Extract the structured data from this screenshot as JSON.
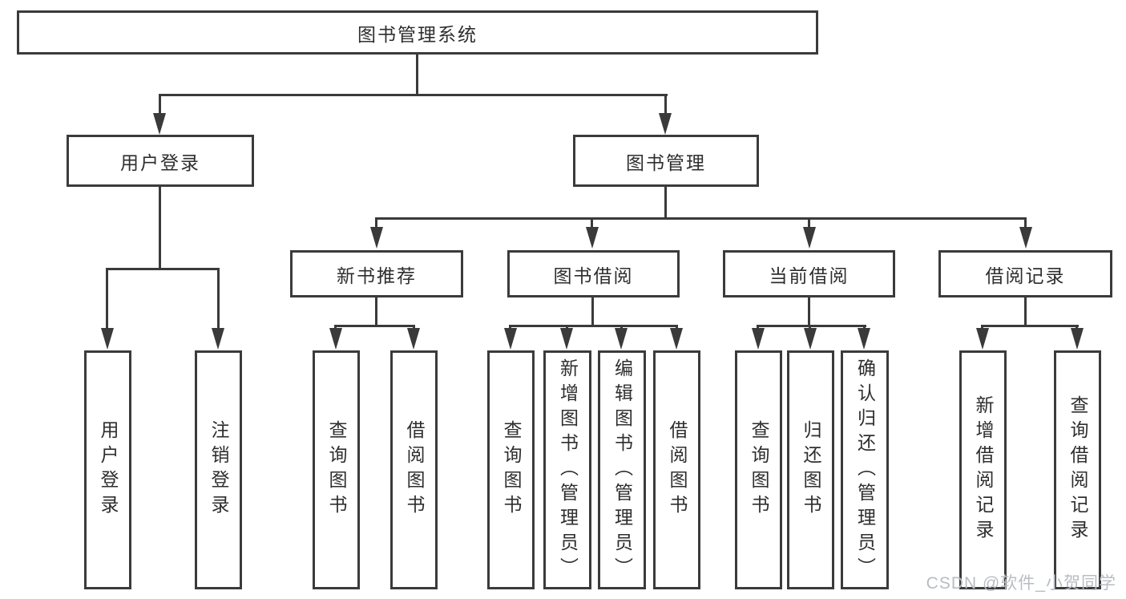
{
  "diagram_type": "hierarchy-chart",
  "colors": {
    "background": "#ffffff",
    "box_border": "#3b3b3b",
    "connector_line": "#3a3a3a",
    "text": "#2e2e2e",
    "watermark": "#b9bcc2"
  },
  "root": {
    "label": "图书管理系统"
  },
  "level1": [
    {
      "label": "用户登录"
    },
    {
      "label": "图书管理"
    }
  ],
  "level2": [
    {
      "label": "新书推荐"
    },
    {
      "label": "图书借阅"
    },
    {
      "label": "当前借阅"
    },
    {
      "label": "借阅记录"
    }
  ],
  "leaves": [
    {
      "label": "用户登录",
      "parent": "用户登录"
    },
    {
      "label": "注销登录",
      "parent": "用户登录"
    },
    {
      "label": "查询图书",
      "parent": "新书推荐"
    },
    {
      "label": "借阅图书",
      "parent": "新书推荐"
    },
    {
      "label": "查询图书",
      "parent": "图书借阅"
    },
    {
      "label": "新增图书（管理员）",
      "parent": "图书借阅"
    },
    {
      "label": "编辑图书（管理员）",
      "parent": "图书借阅"
    },
    {
      "label": "借阅图书",
      "parent": "图书借阅"
    },
    {
      "label": "查询图书",
      "parent": "当前借阅"
    },
    {
      "label": "归还图书",
      "parent": "当前借阅"
    },
    {
      "label": "确认归还（管理员）",
      "parent": "当前借阅"
    },
    {
      "label": "新增借阅记录",
      "parent": "借阅记录"
    },
    {
      "label": "查询借阅记录",
      "parent": "借阅记录"
    }
  ],
  "watermark": {
    "text": "CSDN @软件_小贺同学"
  }
}
